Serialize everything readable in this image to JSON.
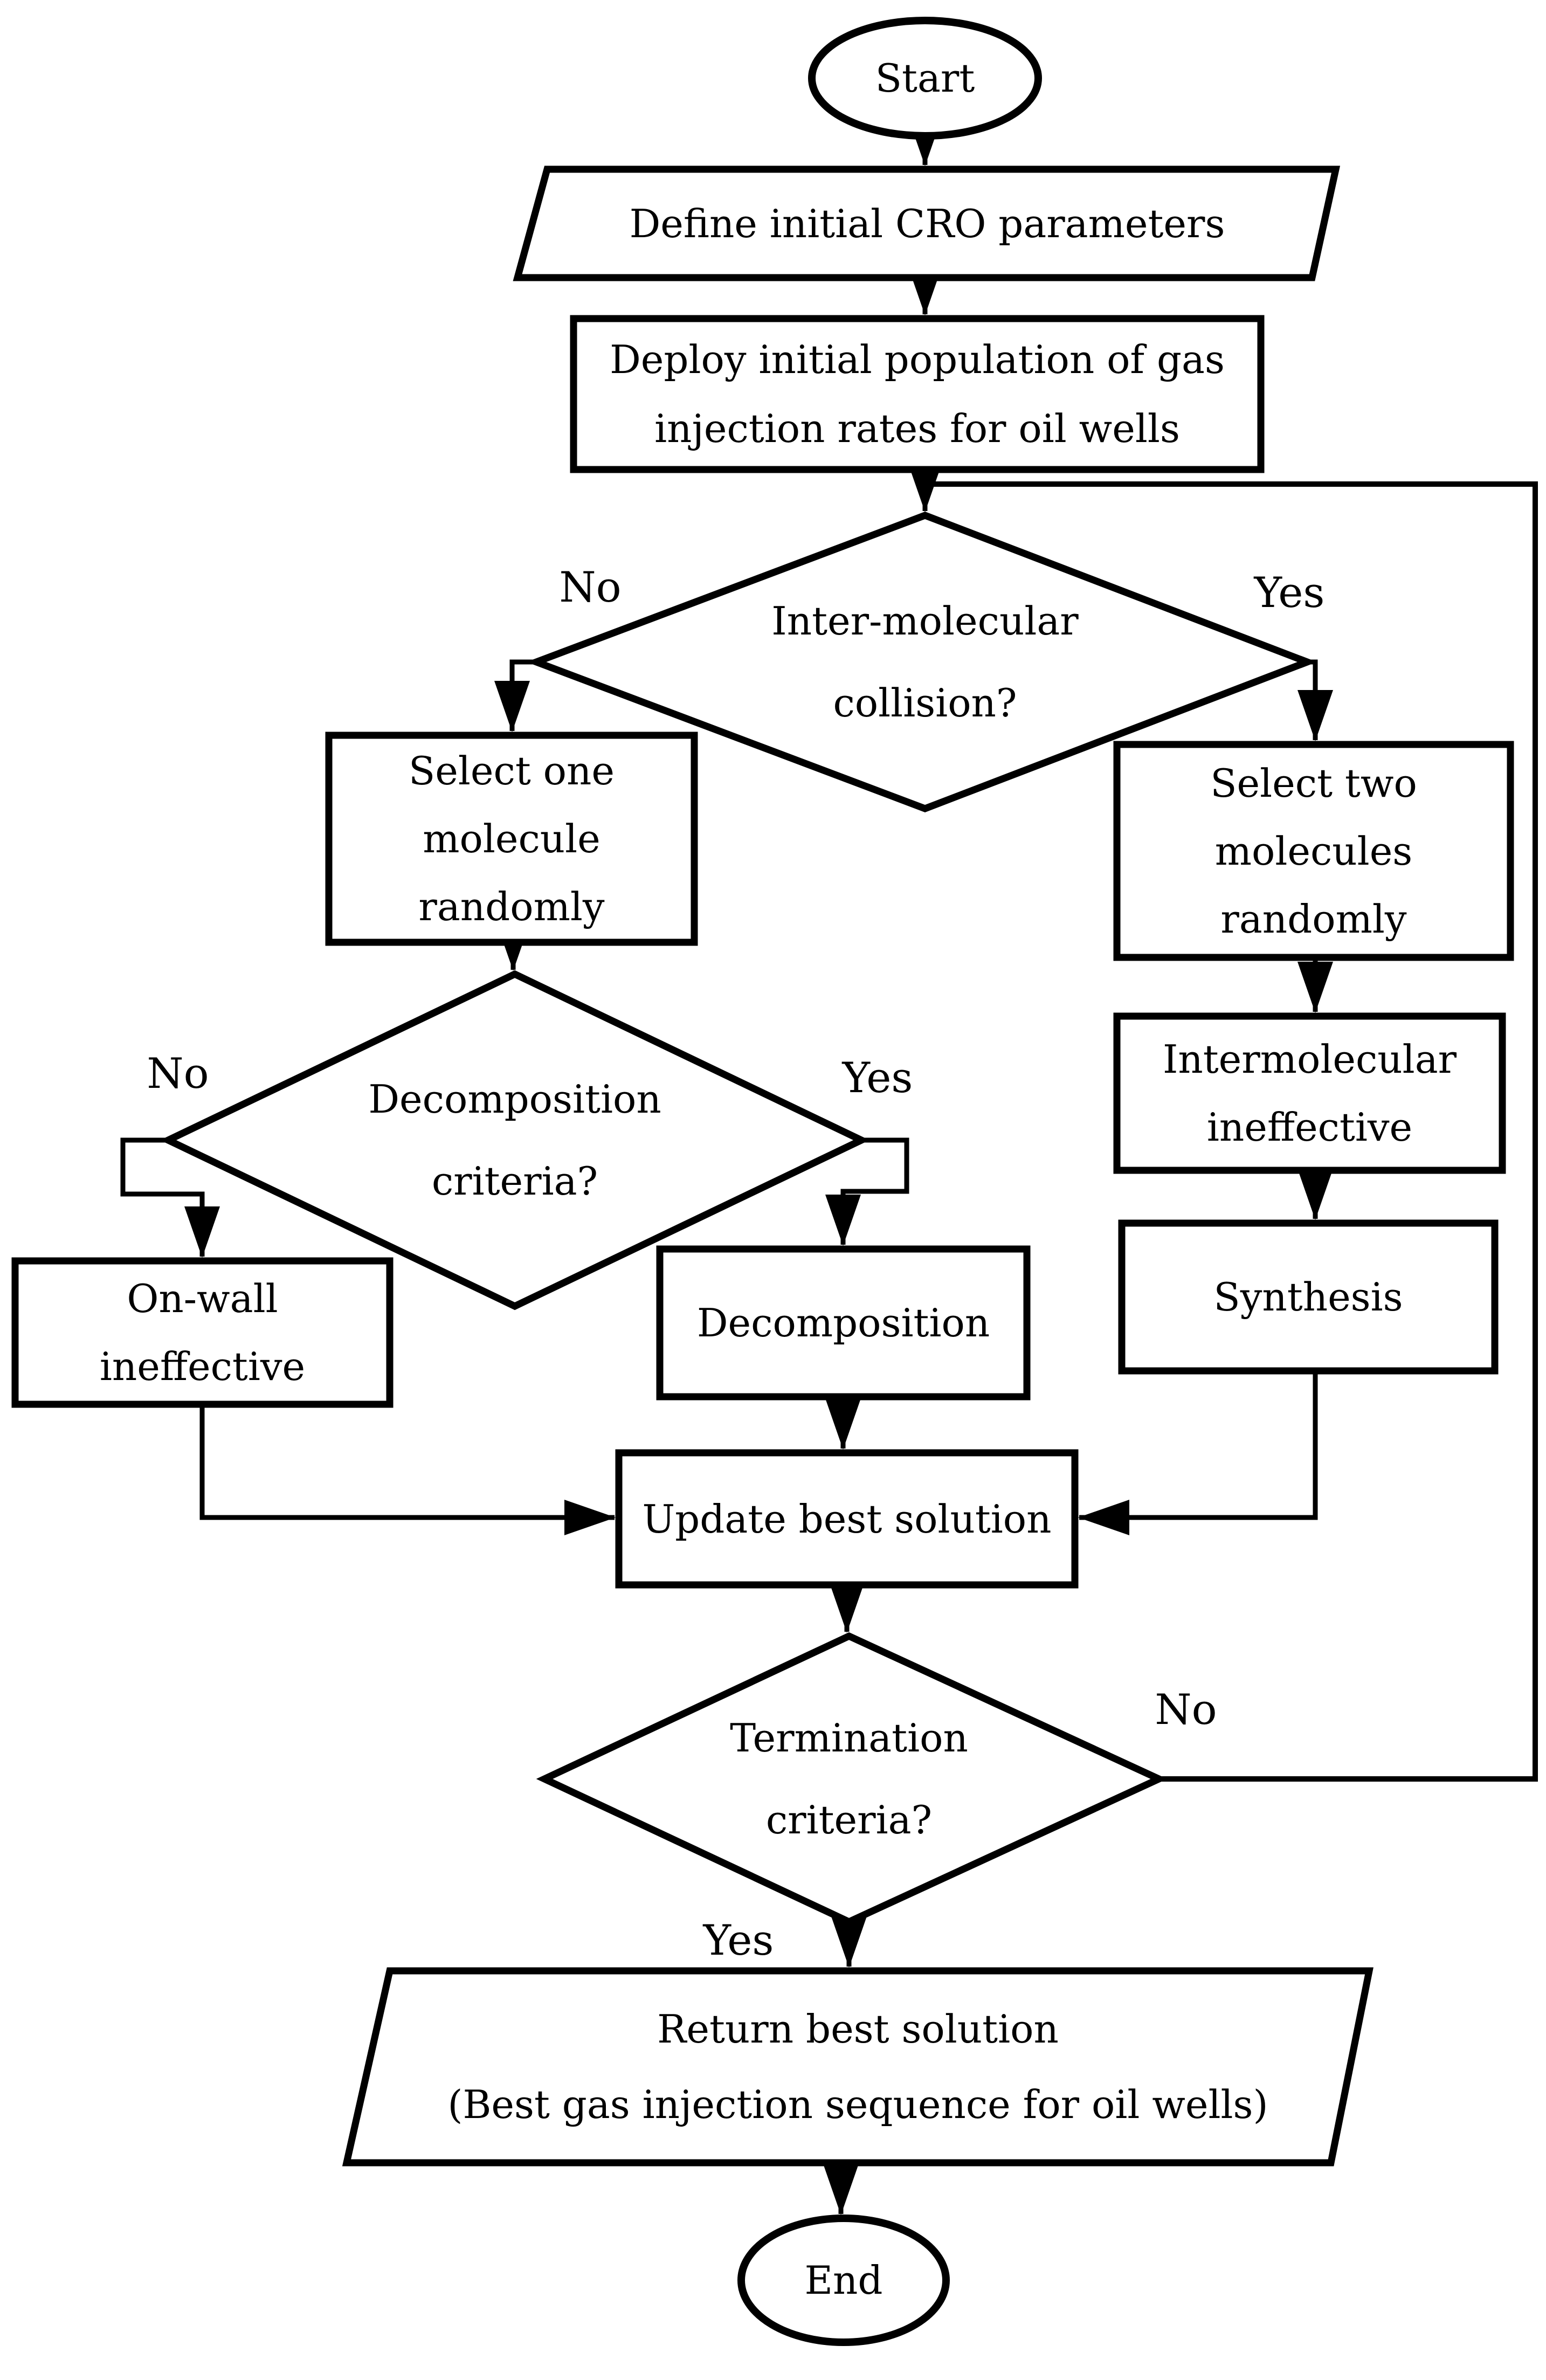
{
  "title": "CRO gas injection optimization flowchart",
  "nodes": {
    "start": {
      "label": "Start"
    },
    "define": {
      "label": "Define initial CRO parameters"
    },
    "deploy": {
      "lines": [
        "Deploy initial population of gas",
        "injection rates for oil wells"
      ]
    },
    "collision": {
      "lines": [
        "Inter-molecular",
        "collision?"
      ]
    },
    "select_one": {
      "lines": [
        "Select one",
        "molecule",
        "randomly"
      ]
    },
    "select_two": {
      "lines": [
        "Select two",
        "molecules",
        "randomly"
      ]
    },
    "intermolecular_ineffective": {
      "lines": [
        "Intermolecular",
        "ineffective"
      ]
    },
    "synthesis": {
      "label": "Synthesis"
    },
    "decomposition_criteria": {
      "lines": [
        "Decomposition",
        "criteria?"
      ]
    },
    "on_wall": {
      "lines": [
        "On-wall",
        "ineffective"
      ]
    },
    "decomposition": {
      "label": "Decomposition"
    },
    "update_best": {
      "label": "Update best solution"
    },
    "termination": {
      "lines": [
        "Termination",
        "criteria?"
      ]
    },
    "return_best": {
      "lines": [
        "Return best solution",
        "(Best gas injection sequence for oil wells)"
      ]
    },
    "end": {
      "label": "End"
    }
  },
  "edge_labels": {
    "collision_no": "No",
    "collision_yes": "Yes",
    "decomposition_no": "No",
    "decomposition_yes": "Yes",
    "termination_no": "No",
    "termination_yes": "Yes"
  },
  "colors": {
    "line": "#000000",
    "shape_fill": "#ffffff",
    "background": "#ffffff"
  }
}
